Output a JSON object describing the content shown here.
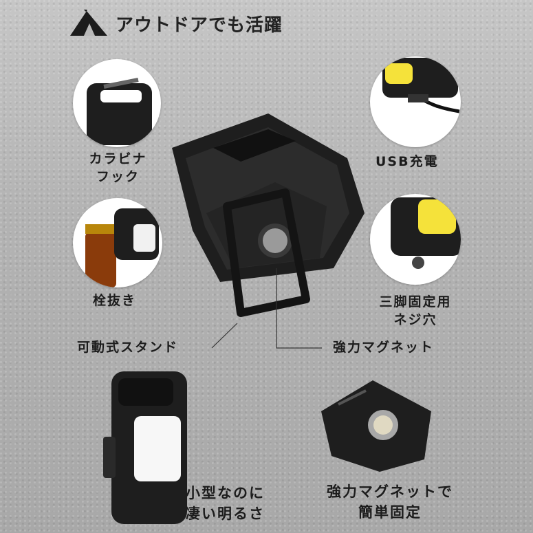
{
  "header": {
    "title": "アウトドアでも活躍",
    "icon": "tent-icon"
  },
  "features": {
    "carabiner": {
      "line1": "カラビナ",
      "line2": "フック"
    },
    "usb": {
      "label": "USB充電"
    },
    "bottle_opener": {
      "label": "栓抜き"
    },
    "tripod": {
      "line1": "三脚固定用",
      "line2": "ネジ穴"
    },
    "stand": {
      "label": "可動式スタンド"
    },
    "magnet": {
      "label": "強力マグネット"
    },
    "brightness": {
      "line1": "小型なのに",
      "line2": "凄い明るさ"
    },
    "magnet_mount": {
      "line1": "強力マグネットで",
      "line2": "簡単固定"
    }
  },
  "colors": {
    "cob_light": "#f5e23a",
    "body": "#1f1f1f",
    "text": "#1c1c1c"
  }
}
